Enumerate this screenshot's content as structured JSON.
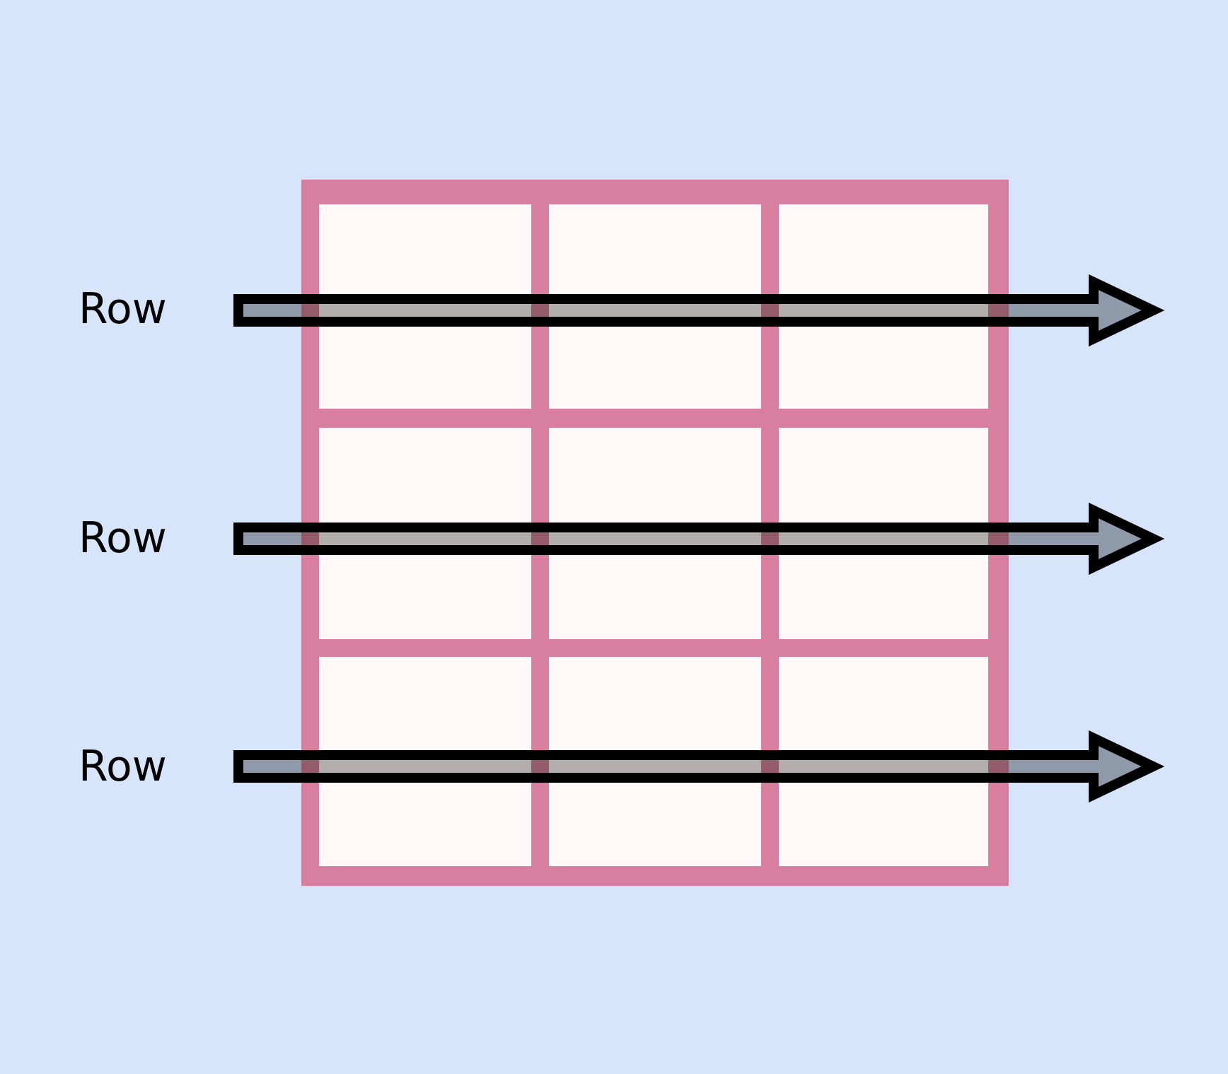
{
  "diagram": {
    "rows": [
      {
        "label": "Row"
      },
      {
        "label": "Row"
      },
      {
        "label": "Row"
      }
    ],
    "grid": {
      "rows": 3,
      "columns": 3
    },
    "colors": {
      "background": "#d6e5fa",
      "grid_line": "#d87fa0",
      "cell_fill": "#fff8f8",
      "arrow_fill": "#8e99aa",
      "arrow_fill_over_grid": "#b3aeae",
      "arrow_stroke": "#000000",
      "label_color": "#000000"
    }
  }
}
